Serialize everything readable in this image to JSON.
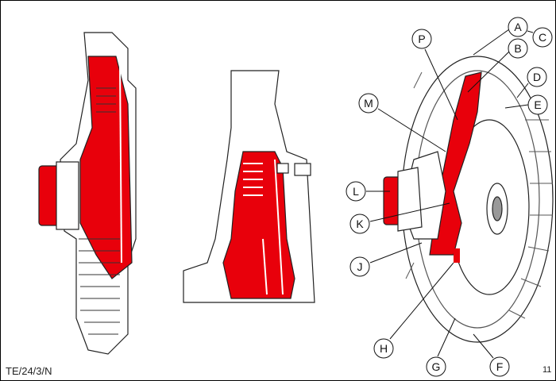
{
  "diagram": {
    "reference_code": "TE/24/3/N",
    "figure_number": "11",
    "accent_color": "#e8000b",
    "callouts": [
      "A",
      "B",
      "C",
      "D",
      "E",
      "P",
      "M",
      "L",
      "K",
      "J",
      "H",
      "G",
      "F"
    ]
  }
}
